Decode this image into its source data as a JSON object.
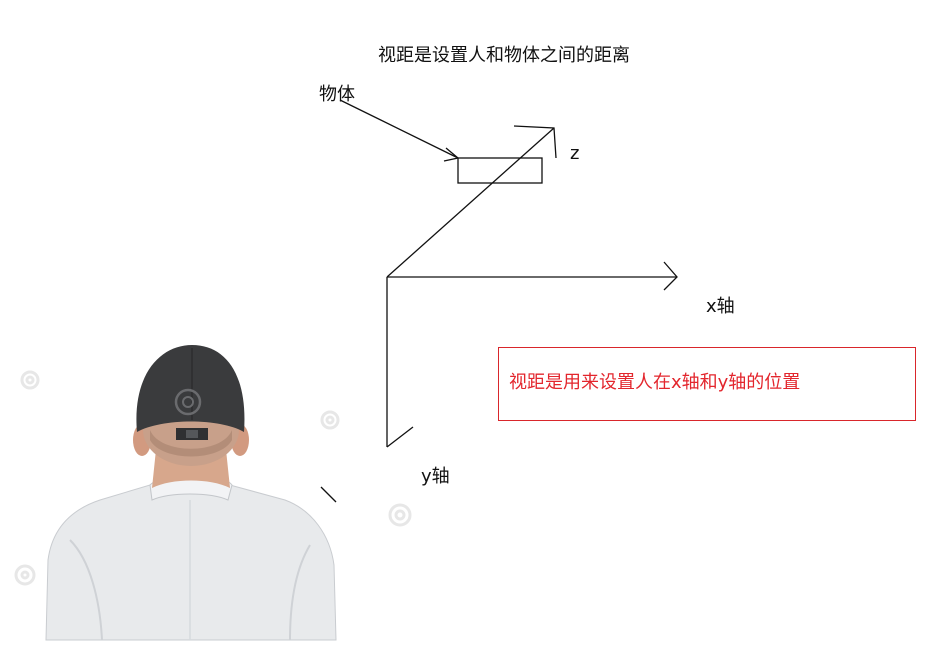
{
  "title": "视距是设置人和物体之间的距离",
  "labels": {
    "object": "物体",
    "z_axis": "z",
    "x_axis": "x轴",
    "y_axis": "y轴"
  },
  "note": {
    "text": "视距是用来设置人在x轴和y轴的位置",
    "color": "#e3262d",
    "border_color": "#d9262b"
  },
  "photo": {
    "subject": "man-in-cap-back-view",
    "cap_color": "#3a3b3d",
    "shirt_color": "#e8eaec",
    "skin_color": "#d7a78c"
  }
}
